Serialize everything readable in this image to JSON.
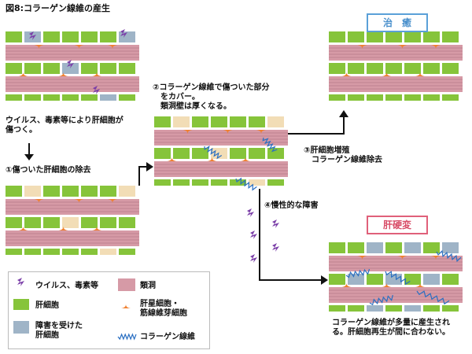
{
  "figure_title": "図8:コラーゲン線維の産生",
  "caption_injury": "ウイルス、毒素等により肝細胞が\n傷つく。",
  "step1_label": "①傷ついた肝細胞の除去",
  "step2_label": "②コラーゲン線維で傷ついた部分\n　をカバー。\n　類洞壁は厚くなる。",
  "step3_label": "③肝細胞増殖\n　コラーゲン線維除去",
  "step4_label": "④慢性的な障害",
  "status_healed": "治　癒",
  "status_cirrhosis": "肝硬変",
  "caption_cirrhosis": "コラーゲン線維が多量に産生され\nる。肝細胞再生が間に合わない。",
  "legend": {
    "virus": "ウイルス、毒素等",
    "sinusoid": "類洞",
    "hepatocyte": "肝細胞",
    "stellate": "肝星細胞・\n筋線維芽細胞",
    "damaged": "障害を受けた\n肝細胞",
    "collagen": "コラーゲン線維"
  },
  "colors": {
    "hepatocyte": "#86c43a",
    "sinusoid": "#d69aa6",
    "damaged": "#9fb4c7",
    "gap": "#f2ddb6",
    "stellate": "#f08030",
    "collagen": "#2a6fc2",
    "virus": "#7b3fa8",
    "healed_border": "#5aa0d8",
    "cirrhosis_border": "#e0607a"
  }
}
